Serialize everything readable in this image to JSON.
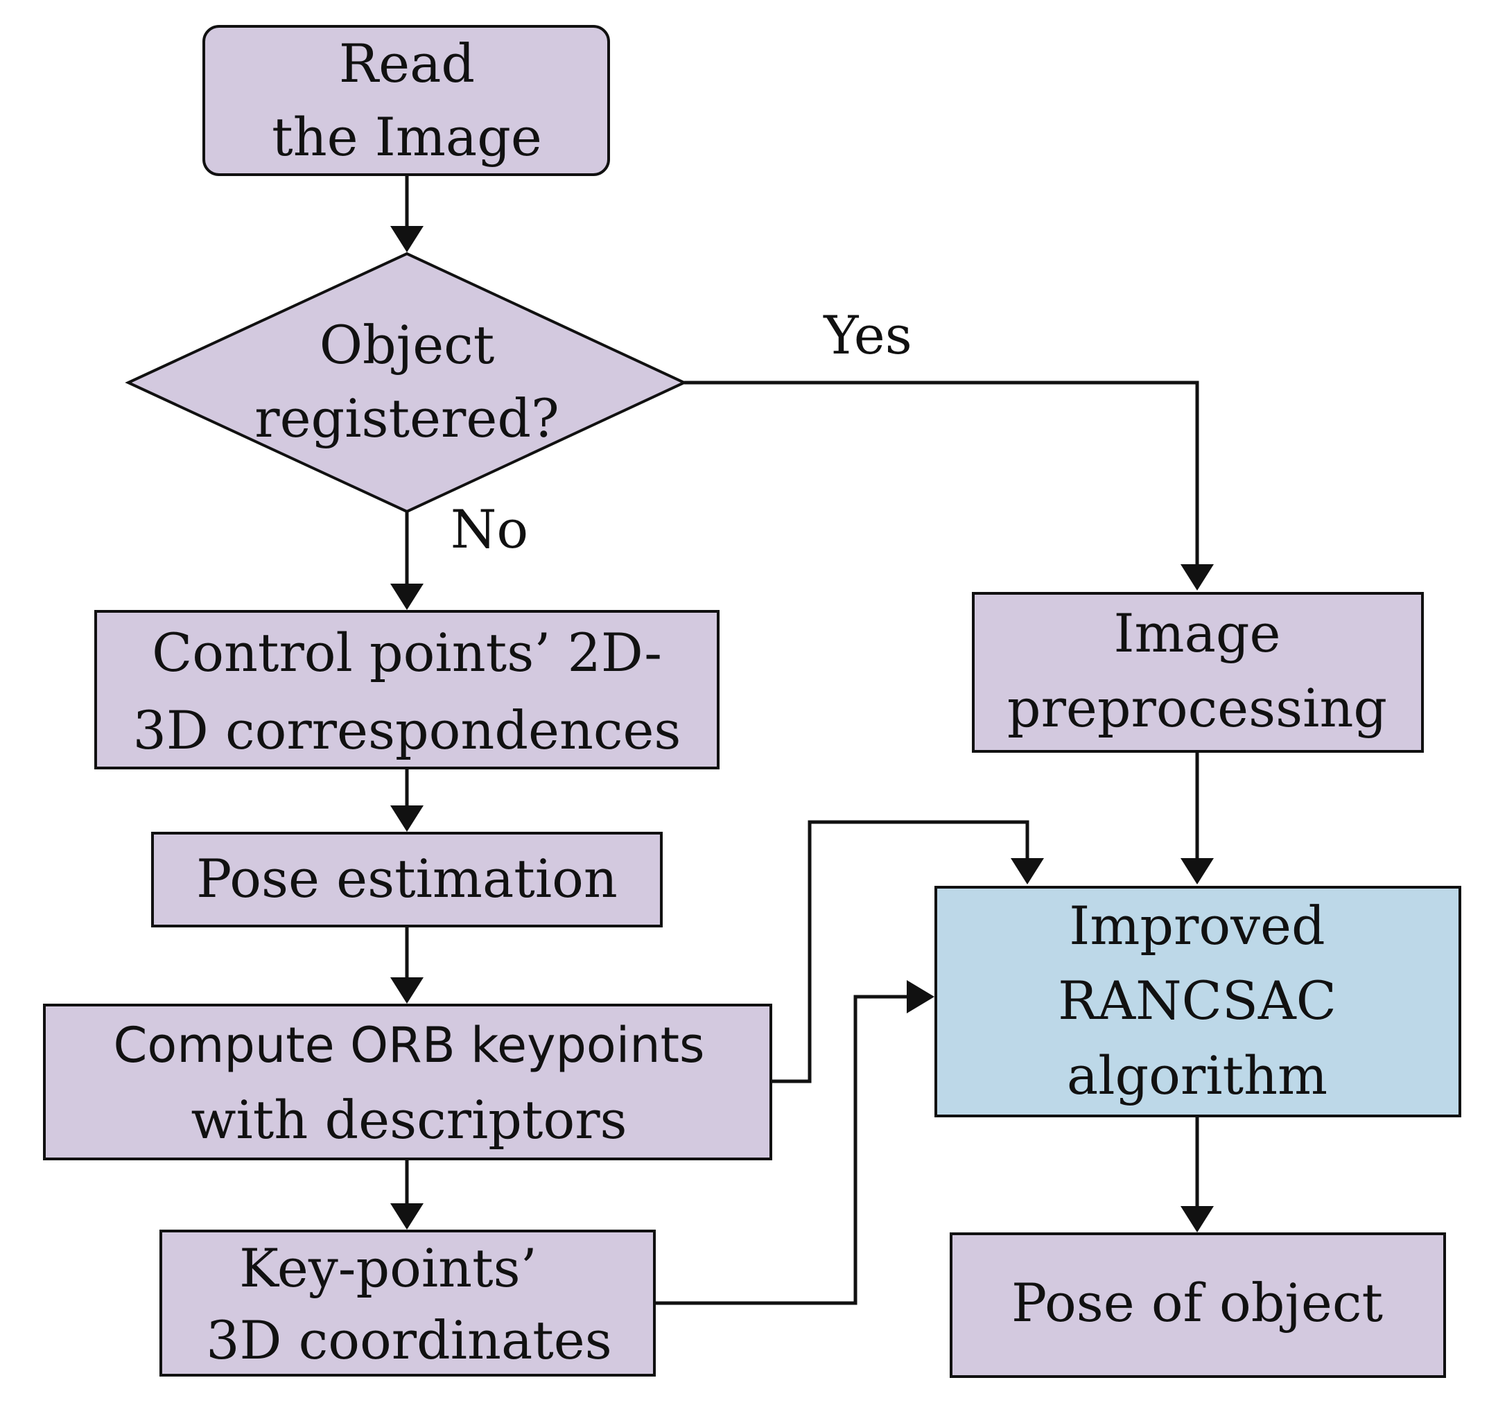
{
  "colors": {
    "node_fill": "#d3c9df",
    "highlight_fill": "#bdd8e8",
    "stroke": "#111111",
    "background": "#ffffff"
  },
  "nodes": {
    "read_image": {
      "line1": "Read",
      "line2": "the Image"
    },
    "object_registered": {
      "line1": "Object",
      "line2": "registered?"
    },
    "control_points": {
      "line1": "Control points’  2D-",
      "line2": "3D correspondences"
    },
    "pose_estimation": {
      "line1": "Pose estimation"
    },
    "compute_orb": {
      "line1": "Compute ORB keypoints",
      "line2": "with descriptors"
    },
    "keypoints_3d": {
      "line1": "Key-points’",
      "line2": "3D coordinates"
    },
    "image_preprocessing": {
      "line1": "Image",
      "line2": "preprocessing"
    },
    "improved_ransac": {
      "line1": "Improved",
      "line2": "RANCSAC",
      "line3": "algorithm"
    },
    "pose_of_object": {
      "line1": "Pose of object"
    }
  },
  "edge_labels": {
    "yes": "Yes",
    "no": "No"
  }
}
